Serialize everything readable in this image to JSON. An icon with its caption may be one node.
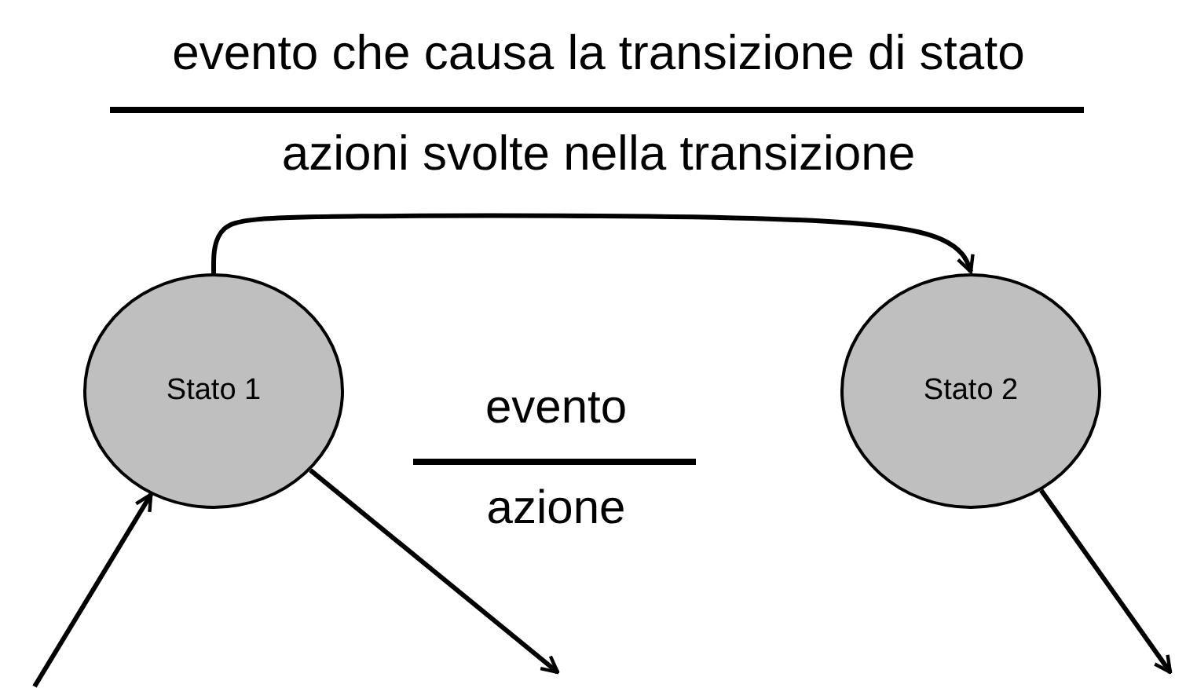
{
  "diagram": {
    "nodes": [
      {
        "text": [
          "Stato 1"
        ]
      },
      {
        "text": [
          "Stato 2"
        ]
      }
    ],
    "edges": [
      {
        "from": 0,
        "to": 1,
        "arrow": "to"
      },
      {
        "from": null,
        "to": 0,
        "arrow": "to"
      },
      {
        "from": 0,
        "to": null,
        "arrow": "to"
      },
      {
        "from": 1,
        "to": null,
        "arrow": "to"
      }
    ],
    "labels": [
      "evento che causa la transizione di stato",
      "azioni svolte nella transizione",
      "evento",
      "azione"
    ]
  }
}
